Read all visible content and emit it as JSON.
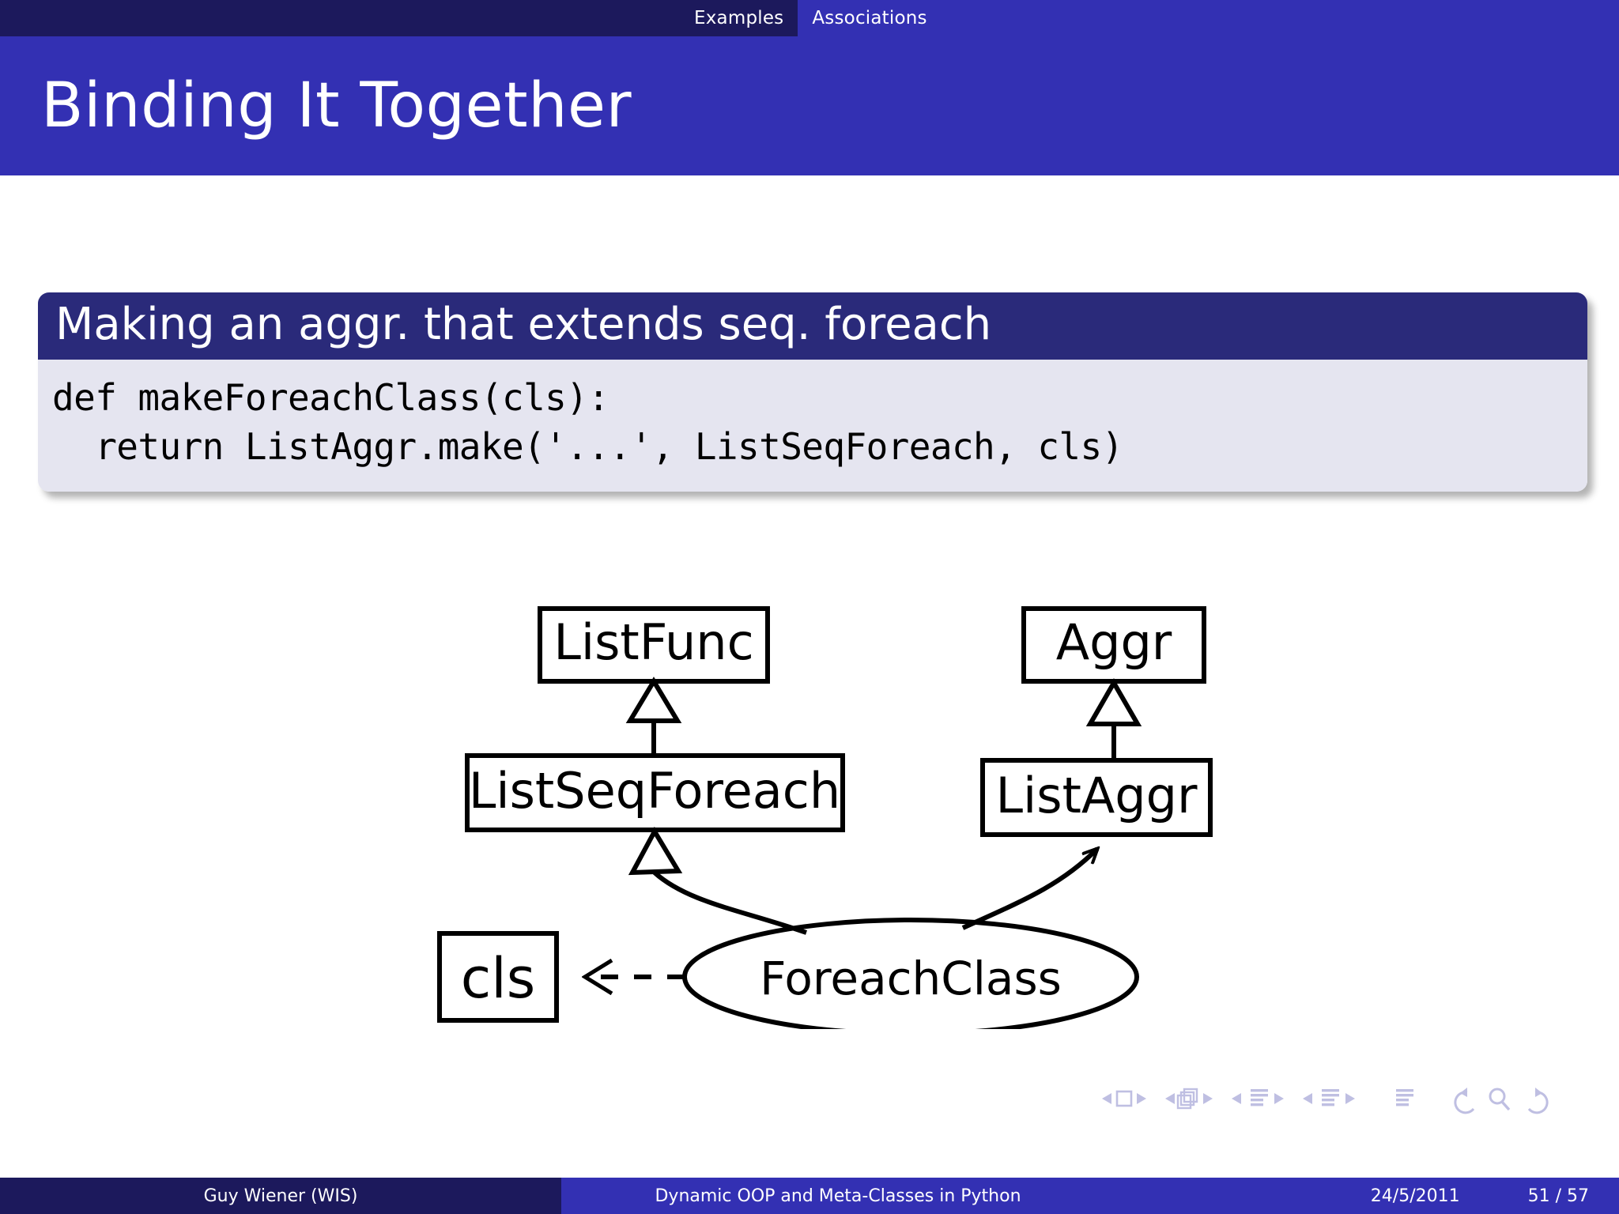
{
  "navbar": {
    "items": [
      {
        "label": "Examples",
        "active": false
      },
      {
        "label": "Associations",
        "active": true
      }
    ]
  },
  "header": {
    "title": "Binding It Together"
  },
  "block": {
    "title": "Making an aggr. that extends seq. foreach",
    "code_lines": [
      "def makeForeachClass(cls):",
      "  return ListAggr.make('...', ListSeqForeach, cls)"
    ]
  },
  "diagram": {
    "type": "uml-class-diagram",
    "nodes": [
      {
        "id": "listfunc",
        "label": "ListFunc",
        "shape": "rect"
      },
      {
        "id": "aggr",
        "label": "Aggr",
        "shape": "rect"
      },
      {
        "id": "listseqforeach",
        "label": "ListSeqForeach",
        "shape": "rect"
      },
      {
        "id": "listaggr",
        "label": "ListAggr",
        "shape": "rect"
      },
      {
        "id": "cls",
        "label": "cls",
        "shape": "rect"
      },
      {
        "id": "foreachclass",
        "label": "ForeachClass",
        "shape": "ellipse"
      }
    ],
    "edges": [
      {
        "from": "listseqforeach",
        "to": "listfunc",
        "style": "solid",
        "arrow": "hollow-triangle"
      },
      {
        "from": "listaggr",
        "to": "aggr",
        "style": "solid",
        "arrow": "hollow-triangle"
      },
      {
        "from": "foreachclass",
        "to": "listseqforeach",
        "style": "solid",
        "arrow": "hollow-triangle"
      },
      {
        "from": "foreachclass",
        "to": "listaggr",
        "style": "solid",
        "arrow": "open"
      },
      {
        "from": "foreachclass",
        "to": "cls",
        "style": "dashed",
        "arrow": "open"
      }
    ]
  },
  "navsymbols": {
    "icons": [
      "slide-prev-icon",
      "slide-icon",
      "slide-next-icon",
      "frame-prev-icon",
      "frame-icon",
      "frame-next-icon",
      "subsection-prev-icon",
      "subsection-icon",
      "subsection-next-icon",
      "section-prev-icon",
      "section-icon",
      "section-next-icon",
      "doc-icon",
      "back-icon",
      "search-icon",
      "forward-icon"
    ]
  },
  "footer": {
    "author": "Guy Wiener  (WIS)",
    "title": "Dynamic OOP and Meta-Classes in Python",
    "date": "24/5/2011",
    "page": "51 / 57"
  },
  "colors": {
    "navy": "#1C195C",
    "blue": "#3330B3",
    "block_title": "#2A2A7A",
    "block_body": "#E5E5F0"
  }
}
